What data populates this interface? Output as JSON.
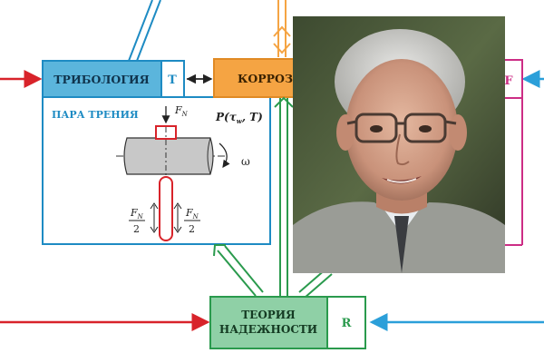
{
  "tribology": {
    "title": "ТРИБОЛОГИЯ",
    "code": "T"
  },
  "corrosion": {
    "title": "КОРРОЗ"
  },
  "fatigue": {
    "code": "F"
  },
  "friction_pair": {
    "title": "ПАРА ТРЕНИЯ",
    "fn": "F",
    "fn_sub": "N",
    "formula": "P(τ",
    "formula_sub": "w",
    "formula_end": ", T)",
    "omega": "ω",
    "half_fn": "F",
    "half_fn_sub": "N",
    "denominator": "2"
  },
  "reliability": {
    "line1": "ТЕОРИЯ",
    "line2": "НАДЕЖНОСТИ",
    "code": "R"
  },
  "colors": {
    "tribology_blue": "#1e8bc3",
    "tribology_fill": "#5bb5dc",
    "corrosion_orange": "#f5a443",
    "fatigue_magenta": "#cc2d85",
    "reliability_green": "#2a9a4d",
    "reliability_fill": "#8fd0a6",
    "arrow_red": "#d8232a",
    "arrow_cyan": "#2b9fd9"
  }
}
